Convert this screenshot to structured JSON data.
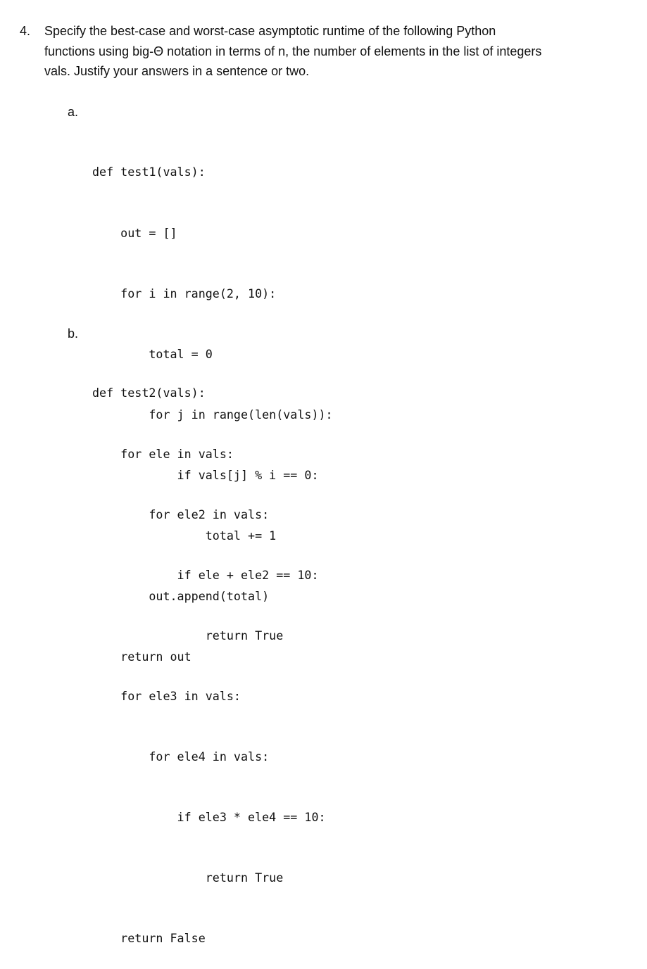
{
  "question": {
    "number": "4.",
    "text": "Specify the best-case and worst-case asymptotic runtime of the following Python\nfunctions using big-Θ notation in terms of n, the number of elements in the list of integers\nvals.  Justify your answers in a sentence or two."
  },
  "parts": [
    {
      "label": "a.",
      "code_lines": [
        "def test1(vals):",
        "    out = []",
        "    for i in range(2, 10):",
        "        total = 0",
        "        for j in range(len(vals)):",
        "            if vals[j] % i == 0:",
        "                total += 1",
        "        out.append(total)",
        "    return out"
      ]
    },
    {
      "label": "b.",
      "code_lines": [
        "def test2(vals):",
        "    for ele in vals:",
        "        for ele2 in vals:",
        "            if ele + ele2 == 10:",
        "                return True",
        "    for ele3 in vals:",
        "        for ele4 in vals:",
        "            if ele3 * ele4 == 10:",
        "                return True",
        "    return False"
      ]
    }
  ]
}
